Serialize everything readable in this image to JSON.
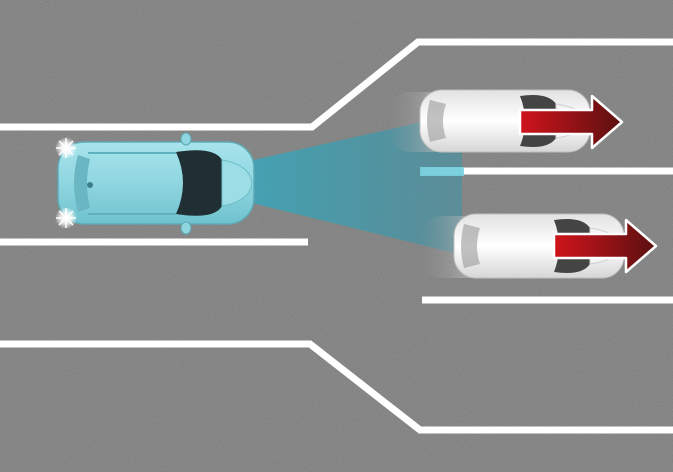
{
  "scene": {
    "subject": "host-vehicle",
    "detected_vehicles": [
      {
        "id": "upper",
        "direction": "right"
      },
      {
        "id": "lower",
        "direction": "right"
      }
    ]
  },
  "colors": {
    "road": "#7b7b7b",
    "lane_marking": "#ffffff",
    "host_vehicle": "#8fd6e0",
    "sensor_beam": "#4fb3c4",
    "detected_vehicle": "#f4f4f4",
    "arrow": "#b0141b"
  },
  "icons": {
    "headlight": "headlight-flash-icon",
    "motion_arrow": "right-arrow-icon"
  }
}
